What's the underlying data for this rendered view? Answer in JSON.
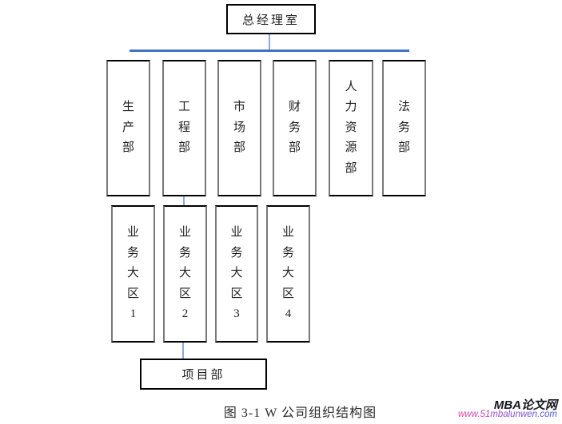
{
  "org": {
    "title_box": {
      "label": "总经理室"
    },
    "departments": [
      {
        "label": "生产部"
      },
      {
        "label": "工程部"
      },
      {
        "label": "市场部"
      },
      {
        "label": "财务部"
      },
      {
        "label": "人力资源部"
      },
      {
        "label": "法务部"
      }
    ],
    "regions": [
      {
        "label": "业务大区1"
      },
      {
        "label": "业务大区2"
      },
      {
        "label": "业务大区3"
      },
      {
        "label": "业务大区4"
      }
    ],
    "project_box": {
      "label": "项目部"
    }
  },
  "caption": {
    "text": "图 3-1 W 公司组织结构图"
  },
  "watermark": {
    "site_name": "MBA论文网",
    "url": "www.51mbalunwen.com"
  },
  "colors": {
    "box_border": "#000000",
    "box_side_border": "#787878",
    "connector_horizontal": "#4472c4",
    "connector_vertical": "#8ca9dd",
    "url_gradient_start": "#f03aa2",
    "url_gradient_end": "#3b5bdb"
  }
}
